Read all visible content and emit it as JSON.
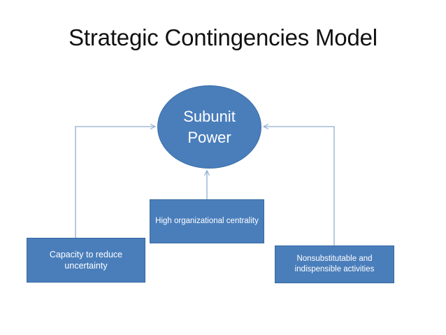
{
  "slide": {
    "title": "Strategic Contingencies Model",
    "background_color": "#ffffff",
    "title_color": "#111111"
  },
  "theme": {
    "shape_fill": "#4a7ebb",
    "shape_border": "#35689e",
    "shape_text_color": "#ffffff",
    "connector_color": "#8faed0"
  },
  "diagram": {
    "type": "flow-diagram",
    "center_node": {
      "id": "subunit-power",
      "shape": "ellipse",
      "label": "Subunit Power",
      "line1": "Subunit",
      "line2": "Power"
    },
    "nodes": [
      {
        "id": "box-centrality",
        "shape": "rectangle",
        "label": "High organizational centrality",
        "position": "center-bottom"
      },
      {
        "id": "box-capacity",
        "shape": "rectangle",
        "label": "Capacity to reduce uncertainty",
        "position": "left-bottom"
      },
      {
        "id": "box-nonsubstitutable",
        "shape": "rectangle",
        "label": "Nonsubstitutable and indispensible activities",
        "position": "right-bottom"
      }
    ],
    "connectors": [
      {
        "id": "connector-capacity-to-power",
        "from": "box-capacity",
        "to": "subunit-power",
        "style": "elbow",
        "arrow": "end"
      },
      {
        "id": "connector-centrality-to-power",
        "from": "box-centrality",
        "to": "subunit-power",
        "style": "straight",
        "arrow": "end"
      },
      {
        "id": "connector-nonsubstitutable-to-power",
        "from": "box-nonsubstitutable",
        "to": "subunit-power",
        "style": "elbow",
        "arrow": "end"
      }
    ]
  }
}
